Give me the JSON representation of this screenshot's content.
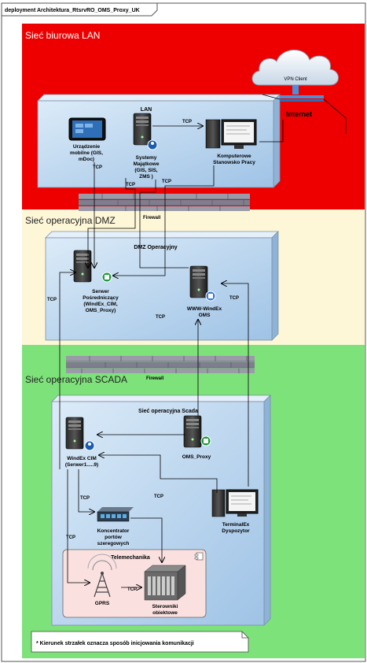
{
  "frame_title": "deployment Architektura_RtsrvRO_OMS_Proxy_UK",
  "zones": {
    "lan": "Sieć biurowa LAN",
    "dmz": "Sieć operacyjna DMZ",
    "scada": "Sieć operacyjna SCADA"
  },
  "containers": {
    "lan": "LAN",
    "dmz": "DMZ Operacyjny",
    "scada": "Sieć operacyjna Scada",
    "telemechanika": "Telemechanika"
  },
  "cloud": {
    "label": "VPN Client",
    "internet": "Internet"
  },
  "firewalls": {
    "top": "Firewall",
    "bottom": "Firewall"
  },
  "nodes": {
    "mobile": [
      "Urządzenie",
      "mobilne (GIS,",
      "mDoc)"
    ],
    "systemy": [
      "Systemy",
      "Majątkowe",
      "(GIS, SIS,",
      "ZMS )"
    ],
    "komputerowe": [
      "Komputerowe",
      "Stanowsko Pracy"
    ],
    "serwer": [
      "Serwer",
      "Pośredniczący",
      "(WindEx_CIM,",
      "OMS_Proxy)"
    ],
    "www": [
      "WWW-WindEx",
      "OMS"
    ],
    "windex_cim": [
      "WindEx CIM",
      "(Serwer1.....9)"
    ],
    "oms_proxy": [
      "OMS_Proxy"
    ],
    "terminal": [
      "TerminalEx",
      "Dyspozytor"
    ],
    "koncentrator": [
      "Koncentrator",
      "portów",
      "szeregowych"
    ],
    "gprs": [
      "GPRS"
    ],
    "sterowniki": [
      "Sterowniki",
      "obiektowe"
    ]
  },
  "edges": {
    "tcp": "TCP"
  },
  "note": "* Kierunek strzałek oznacza sposób inicjowania komunikacji",
  "colors": {
    "lan_zone": "#ee0000",
    "dmz_zone": "#fdf7d8",
    "scada_zone": "#7ee27a",
    "container": "#c3dcf2",
    "telemechanika": "#fbe0e0"
  }
}
